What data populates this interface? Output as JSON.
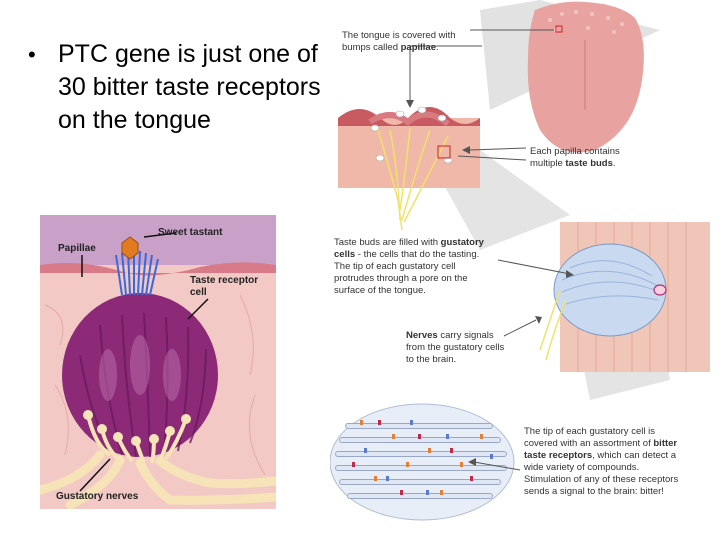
{
  "slide": {
    "bullet_symbol": "•",
    "bullet_text": "PTC gene is just one of 30 bitter taste receptors on the tongue"
  },
  "left_diagram": {
    "label_sweet_tastant": "Sweet tastant",
    "label_papillae": "Papillae",
    "label_taste_receptor_cell": "Taste receptor cell",
    "label_gustatory_nerves": "Gustatory nerves",
    "colors": {
      "background": "#f2c9c4",
      "bulb": "#8c2a78",
      "tastant": "#e07b20",
      "nerves": "#f3dfb5"
    }
  },
  "right_diagram": {
    "callout_tongue_pre": "The tongue is covered with bumps called ",
    "callout_tongue_bold": "papillae",
    "callout_tongue_post": ".",
    "callout_papilla_pre": "Each papilla contains multiple ",
    "callout_papilla_bold": "taste buds",
    "callout_papilla_post": ".",
    "callout_buds_pre": "Taste buds are filled with ",
    "callout_buds_bold": "gustatory cells",
    "callout_buds_post": " - the cells that do the tasting. The tip of each gustatory cell protrudes through a pore on the surface of the tongue.",
    "callout_nerves_bold": "Nerves",
    "callout_nerves_post": " carry signals from the gustatory cells to the brain.",
    "callout_tip_pre": "The tip of each gustatory cell is covered with an assortment of ",
    "callout_tip_bold": "bitter taste receptors",
    "callout_tip_post": ", which can detect a wide variety of compounds. Stimulation of any of these receptors sends a signal to the brain: bitter!",
    "colors": {
      "tongue": "#e8a3a0",
      "tissue": "#f0b8a8",
      "bud": "#c9daf0",
      "nerve": "#f0e26a",
      "gray_zoom": "#d8d8d8"
    }
  }
}
